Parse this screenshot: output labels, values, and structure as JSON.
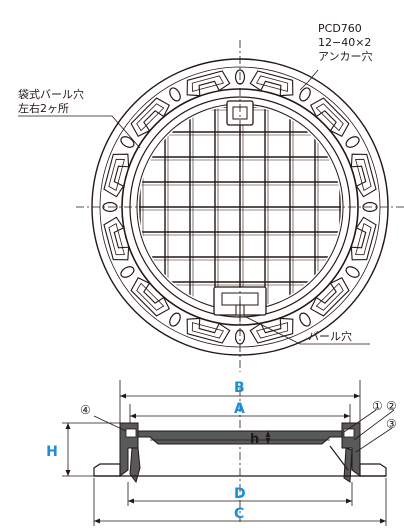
{
  "labels": {
    "pcd_line1": "PCD760",
    "pcd_line2": "12−40×2",
    "pcd_line3": "アンカー穴",
    "bag_line1": "袋式バール穴",
    "bag_line2": "左右2ヶ所",
    "bar_hole": "バール穴"
  },
  "dimensions": {
    "B": "B",
    "A": "A",
    "D": "D",
    "C": "C",
    "H": "H",
    "h": "h"
  },
  "callouts": {
    "c1": "①",
    "c2": "②",
    "c3": "③",
    "c4": "④"
  },
  "colors": {
    "dimension_label": "#1a8fd8",
    "body_fill": "#58595b",
    "line": "#231815"
  }
}
